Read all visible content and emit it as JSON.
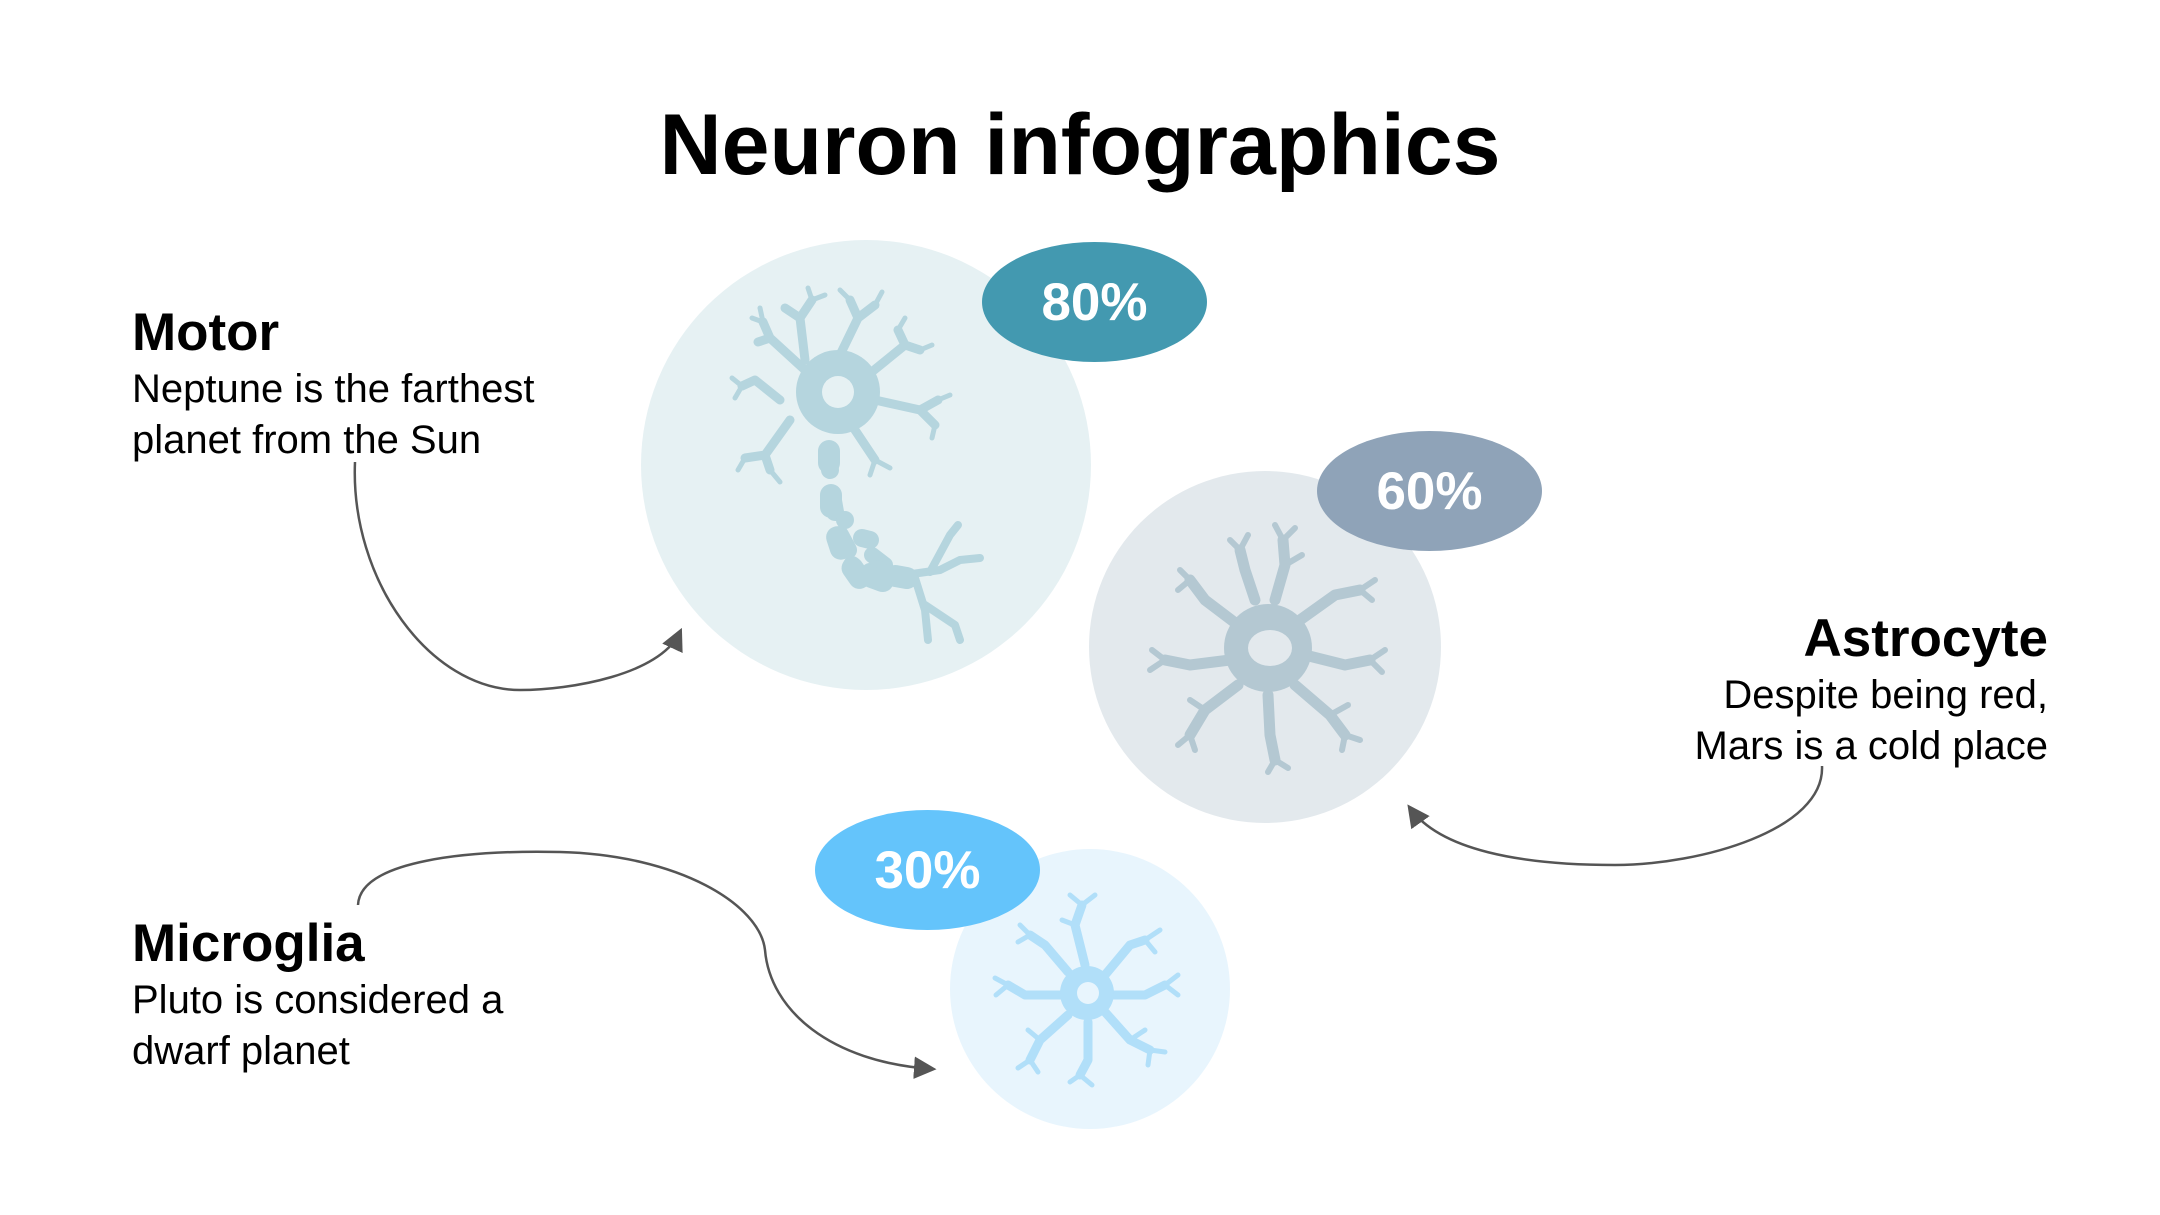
{
  "title": "Neuron infographics",
  "items": [
    {
      "name": "Motor",
      "description_line1": "Neptune is the farthest",
      "description_line2": "planet from the Sun",
      "percent": "80%",
      "icon": "motor-neuron-icon"
    },
    {
      "name": "Astrocyte",
      "description_line1": "Despite being red,",
      "description_line2": "Mars is a cold place",
      "percent": "60%",
      "icon": "astrocyte-icon"
    },
    {
      "name": "Microglia",
      "description_line1": "Pluto is considered a",
      "description_line2": "dwarf planet",
      "percent": "30%",
      "icon": "microglia-icon"
    }
  ],
  "colors": {
    "motor_circle": "#e6f1f3",
    "motor_badge": "#4399b0",
    "motor_icon": "#b5d5de",
    "astrocyte_circle": "#e3e9ed",
    "astrocyte_badge": "#8fa3b8",
    "astrocyte_icon": "#b4c8d2",
    "microglia_circle": "#e8f5fd",
    "microglia_badge": "#64c4fb",
    "microglia_icon": "#b1dff9",
    "arrow": "#555555"
  }
}
